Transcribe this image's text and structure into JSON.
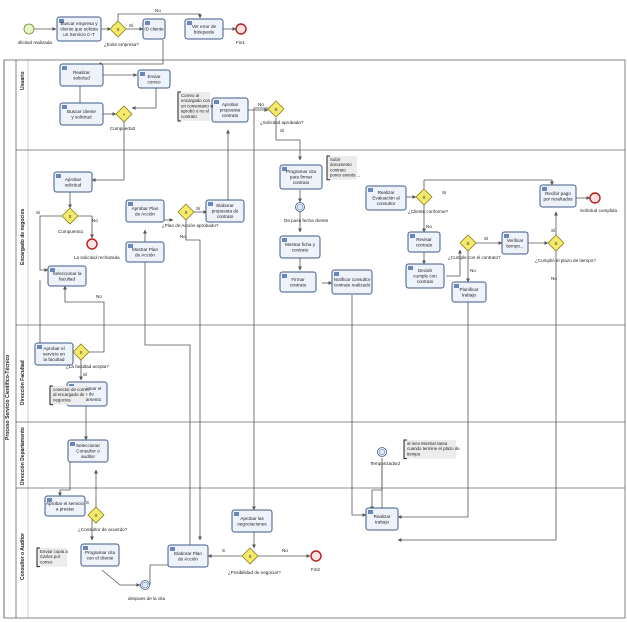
{
  "pool": {
    "label": "Proceso Servicio Científico-Técnico"
  },
  "lanes": [
    {
      "id": "usuario",
      "label": "Usuario"
    },
    {
      "id": "encargado",
      "label": "Encargado de negocios"
    },
    {
      "id": "facultad",
      "label": "Dirección Facultad"
    },
    {
      "id": "departamento",
      "label": "Dirección Departamento"
    },
    {
      "id": "consultor",
      "label": "Consultor o Auditor"
    }
  ],
  "events": [
    {
      "id": "start",
      "kind": "start",
      "label": "slicitud realizada"
    },
    {
      "id": "fin1",
      "kind": "end",
      "label": "Fin1"
    },
    {
      "id": "rechazada",
      "kind": "end",
      "label": "La solicitud rechazada"
    },
    {
      "id": "cumplida",
      "kind": "end",
      "label": "Solicitud cumplida"
    },
    {
      "id": "fin2",
      "kind": "end",
      "label": "Fin2"
    },
    {
      "id": "fecha",
      "kind": "timer",
      "label": "De pués fecha cliente"
    },
    {
      "id": "temporizador2",
      "kind": "timer",
      "label": "Temporizador2"
    },
    {
      "id": "cita",
      "kind": "timer",
      "label": "despues de la cita"
    }
  ],
  "tasks": [
    {
      "id": "t1",
      "label": [
        "Buscar empresa y",
        "cliente que solicita",
        "un Servicio C-T"
      ]
    },
    {
      "id": "t2",
      "label": [
        "Ver error de",
        "búsqueda"
      ]
    },
    {
      "id": "t3",
      "label": [
        "ID cliente"
      ]
    },
    {
      "id": "t4",
      "label": [
        "Realizar",
        "solicitud"
      ]
    },
    {
      "id": "t5",
      "label": [
        "Enviar",
        "correo"
      ]
    },
    {
      "id": "t6",
      "label": [
        "Buscar cliente",
        "y solicitud"
      ]
    },
    {
      "id": "t7",
      "label": [
        "Aprobar",
        "propuesta",
        "contrato"
      ]
    },
    {
      "id": "t8",
      "label": [
        "Aprobar",
        "solicitud"
      ]
    },
    {
      "id": "t9",
      "label": [
        "Seleccionar la",
        "facultad"
      ]
    },
    {
      "id": "t10",
      "label": [
        "Aprobar Plan",
        "de Acción"
      ]
    },
    {
      "id": "t11",
      "label": [
        "Mostrar Plan",
        "de Acción"
      ]
    },
    {
      "id": "t12",
      "label": [
        "Elaborar",
        "propuesta de",
        "contrato"
      ]
    },
    {
      "id": "t13",
      "label": [
        "Programar cita",
        "para firmar",
        "contrato"
      ]
    },
    {
      "id": "t14",
      "label": [
        "Mostrar ficha y",
        "contrato"
      ]
    },
    {
      "id": "t15",
      "label": [
        "Firmar",
        "contrato"
      ]
    },
    {
      "id": "t16",
      "label": [
        "Notificar consultor",
        "contrato realizado"
      ]
    },
    {
      "id": "t17",
      "label": [
        "Realizar",
        "Evaluación al",
        "consultor"
      ]
    },
    {
      "id": "t18",
      "label": [
        "Revisar",
        "contrato"
      ]
    },
    {
      "id": "t19",
      "label": [
        "Decidir",
        "cumple con",
        "contrato"
      ]
    },
    {
      "id": "t20",
      "label": [
        "Planificar",
        "trabajo"
      ]
    },
    {
      "id": "t21",
      "label": [
        "Verificar",
        "tiempo..."
      ]
    },
    {
      "id": "t22",
      "label": [
        "Recibir pago",
        "por resultados"
      ]
    },
    {
      "id": "t23",
      "label": [
        "Aprobar el",
        "servicio en",
        "la facultad"
      ]
    },
    {
      "id": "t24",
      "label": [
        "Seleccionar el",
        "jefe de",
        "departamento"
      ]
    },
    {
      "id": "t25",
      "label": [
        "Seleccionar",
        "Consultor o",
        "auditor"
      ]
    },
    {
      "id": "t26",
      "label": [
        "Aprobar el servicio",
        "a prestar"
      ]
    },
    {
      "id": "t27",
      "label": [
        "Programar cita",
        "con el cliente"
      ]
    },
    {
      "id": "t28",
      "label": [
        "Elaborar Plan",
        "de Acción"
      ]
    },
    {
      "id": "t29",
      "label": [
        "Aprobar las",
        "negociaciones"
      ]
    },
    {
      "id": "t30",
      "label": [
        "Realizar",
        "trabajo"
      ]
    }
  ],
  "gateways": [
    {
      "id": "g1",
      "label": "¿Exite empresa?"
    },
    {
      "id": "g2",
      "label": "Compuerta2"
    },
    {
      "id": "g3",
      "label": "¿Solicitud aprobada?"
    },
    {
      "id": "g4",
      "label": "Compuerta1"
    },
    {
      "id": "g5",
      "label": "¿Plan de Acción aprobado?"
    },
    {
      "id": "g6",
      "label": "¿Cliente conforme?"
    },
    {
      "id": "g7",
      "label": "¿Cumple con el contrato?"
    },
    {
      "id": "g8",
      "label": "¿Cumplió el plazo de tiempo?"
    },
    {
      "id": "g9",
      "label": "¿La facultad acepta?"
    },
    {
      "id": "g10",
      "label": "¿Consultor de acuerdo?"
    },
    {
      "id": "g11",
      "label": "¿Posibilidad de negociar?"
    }
  ],
  "notes": [
    {
      "id": "n1",
      "lines": [
        "Correo al",
        "encargado con",
        "un comentario si",
        "aprobó o no el",
        "contrato"
      ]
    },
    {
      "id": "n2",
      "lines": [
        "Subir",
        "documento",
        "contrato",
        "poner events ..."
      ]
    },
    {
      "id": "n3",
      "lines": [
        "conector de correo",
        "al encargado de",
        "negocios"
      ]
    },
    {
      "id": "n4",
      "lines": [
        "al mes Mostrar tarea",
        "cuando termine el plazo de",
        "tiempo"
      ]
    },
    {
      "id": "n5",
      "lines": [
        "Enviar copia a",
        "Carlos por",
        "correo"
      ]
    }
  ],
  "flow_labels": {
    "no": "No",
    "si": "Sí",
    "s": "S"
  }
}
